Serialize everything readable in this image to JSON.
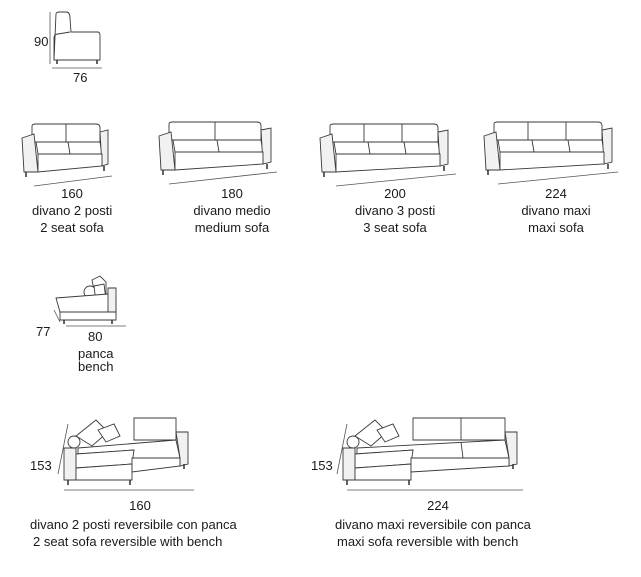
{
  "armchair": {
    "height": "90",
    "width": "76"
  },
  "sofas": [
    {
      "width": "160",
      "name_it": "divano 2 posti",
      "name_en": "2 seat sofa"
    },
    {
      "width": "180",
      "name_it": "divano medio",
      "name_en": "medium sofa"
    },
    {
      "width": "200",
      "name_it": "divano 3 posti",
      "name_en": "3 seat sofa"
    },
    {
      "width": "224",
      "name_it": "divano maxi",
      "name_en": "maxi sofa"
    }
  ],
  "bench": {
    "depth": "77",
    "width": "80",
    "name_it": "panca",
    "name_en": "bench"
  },
  "corners": [
    {
      "depth": "153",
      "width": "160",
      "name_it": "divano 2 posti reversibile con panca",
      "name_en": "2 seat sofa reversible with bench"
    },
    {
      "depth": "153",
      "width": "224",
      "name_it": "divano maxi reversibile con panca",
      "name_en": "maxi sofa reversible with bench"
    }
  ]
}
